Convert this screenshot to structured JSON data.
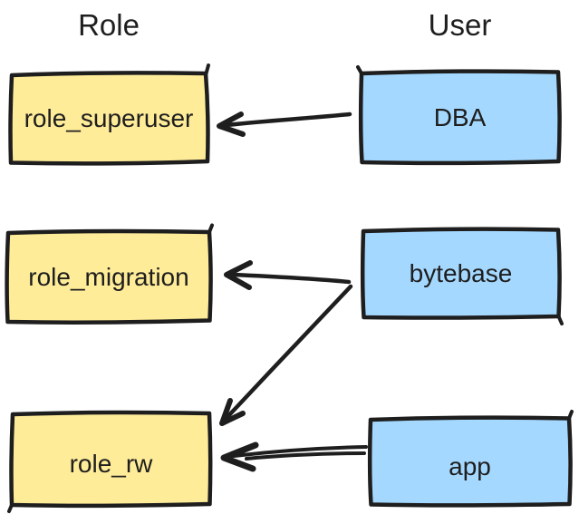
{
  "diagram": {
    "type": "role-user-mapping",
    "background_color": "#ffffff",
    "stroke_color": "#1e1e1e",
    "columns": {
      "role": {
        "title": "Role",
        "fill": "#ffec99"
      },
      "user": {
        "title": "User",
        "fill": "#a5d8ff"
      }
    },
    "role_nodes": [
      {
        "id": "role_superuser",
        "label": "role_superuser"
      },
      {
        "id": "role_migration",
        "label": "role_migration"
      },
      {
        "id": "role_rw",
        "label": "role_rw"
      }
    ],
    "user_nodes": [
      {
        "id": "dba",
        "label": "DBA"
      },
      {
        "id": "bytebase",
        "label": "bytebase"
      },
      {
        "id": "app",
        "label": "app"
      }
    ],
    "edges": [
      {
        "from": "DBA",
        "to": "role_superuser"
      },
      {
        "from": "bytebase",
        "to": "role_migration"
      },
      {
        "from": "bytebase",
        "to": "role_rw"
      },
      {
        "from": "app",
        "to": "role_rw"
      }
    ]
  }
}
